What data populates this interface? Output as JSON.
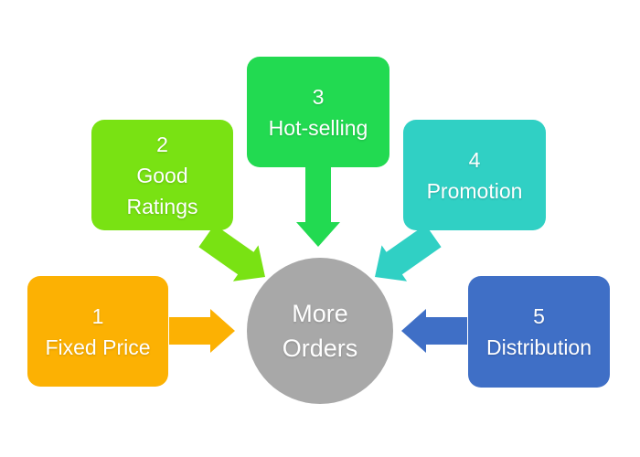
{
  "diagram": {
    "center": {
      "label": "More Orders",
      "color": "#A8A8A8",
      "text_color": "#FFFFFF"
    },
    "boxes": [
      {
        "id": "fixed-price",
        "num": "1",
        "label": "Fixed Price",
        "color": "#FCB103"
      },
      {
        "id": "good-ratings",
        "num": "2",
        "label": "Good Ratings",
        "color": "#79E213"
      },
      {
        "id": "hot-selling",
        "num": "3",
        "label": "Hot-selling",
        "color": "#22DA51"
      },
      {
        "id": "promotion",
        "num": "4",
        "label": "Promotion",
        "color": "#30D0C4"
      },
      {
        "id": "distribution",
        "num": "5",
        "label": "Distribution",
        "color": "#3F6FC6"
      }
    ],
    "arrows": [
      {
        "from": "fixed-price",
        "to": "more-orders",
        "direction": "right",
        "color": "#FCB103"
      },
      {
        "from": "good-ratings",
        "to": "more-orders",
        "direction": "down-right",
        "color": "#79E213"
      },
      {
        "from": "hot-selling",
        "to": "more-orders",
        "direction": "down",
        "color": "#22DA51"
      },
      {
        "from": "promotion",
        "to": "more-orders",
        "direction": "down-left",
        "color": "#30D0C4"
      },
      {
        "from": "distribution",
        "to": "more-orders",
        "direction": "left",
        "color": "#3F6FC6"
      }
    ]
  }
}
